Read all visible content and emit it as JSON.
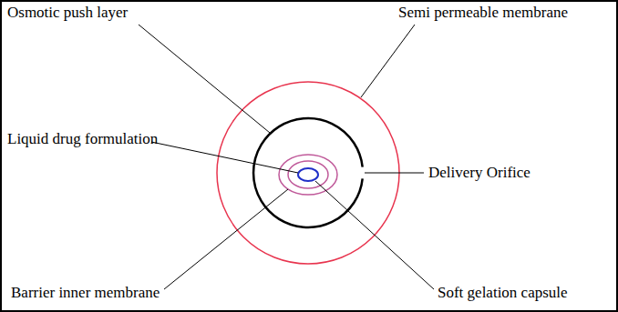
{
  "diagram": {
    "labels": [
      "Osmotic push layer",
      "Semi permeable membrane",
      "Liquid drug formulation",
      "Delivery Orifice",
      "Barrier inner membrane",
      "Soft gelation capsule"
    ]
  }
}
